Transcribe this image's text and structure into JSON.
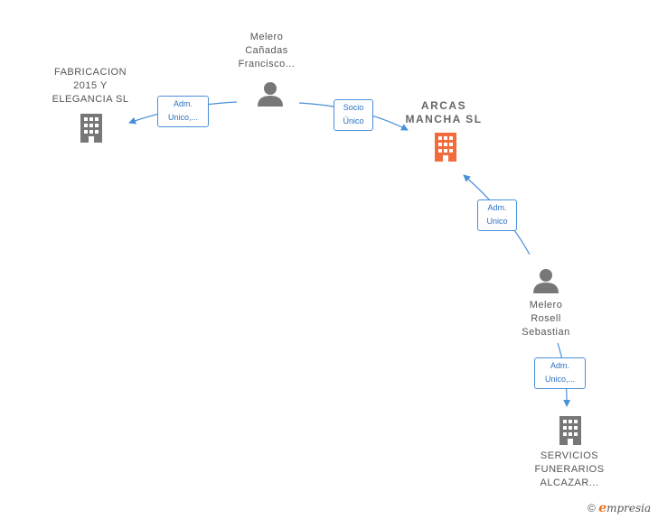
{
  "nodes": {
    "fabricacion": {
      "lines": [
        "FABRICACION",
        "2015 Y",
        "ELEGANCIA  SL"
      ],
      "type": "company"
    },
    "melero_canadas": {
      "lines": [
        "Melero",
        "Cañadas",
        "Francisco..."
      ],
      "type": "person"
    },
    "arcas": {
      "lines": [
        "ARCAS",
        "MANCHA  SL"
      ],
      "type": "company-main"
    },
    "melero_rosell": {
      "lines": [
        "Melero",
        "Rosell",
        "Sebastian"
      ],
      "type": "person"
    },
    "servicios": {
      "lines": [
        "SERVICIOS",
        "FUNERARIOS",
        "ALCAZAR..."
      ],
      "type": "company"
    }
  },
  "edges": {
    "e1": {
      "lines": [
        "Adm.",
        "Unico,..."
      ]
    },
    "e2": {
      "lines": [
        "Socio",
        "Único"
      ]
    },
    "e3": {
      "lines": [
        "Adm.",
        "Unico"
      ]
    },
    "e4": {
      "lines": [
        "Adm.",
        "Unico,..."
      ]
    }
  },
  "colors": {
    "edge": "#4a90d9",
    "company": "#777777",
    "main_company": "#f26b3a",
    "person": "#777777"
  },
  "footer": {
    "copyright": "©",
    "brand_e": "e",
    "brand_rest": "mpresia"
  }
}
